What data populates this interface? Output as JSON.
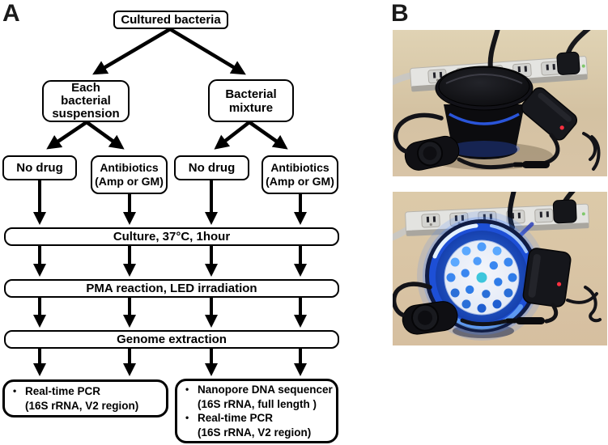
{
  "figure": {
    "panel_a_label": "A",
    "panel_b_label": "B"
  },
  "flowchart": {
    "top_node": {
      "label": "Cultured bacteria"
    },
    "branch_left": {
      "lines": [
        "Each",
        "bacterial",
        "suspension"
      ]
    },
    "branch_right": {
      "lines": [
        "Bacterial",
        "mixture"
      ]
    },
    "left_no_drug": {
      "label": "No drug"
    },
    "left_antibiotics": {
      "lines": [
        "Antibiotics",
        "(Amp or GM)"
      ]
    },
    "right_no_drug": {
      "label": "No drug"
    },
    "right_antibiotics": {
      "lines": [
        "Antibiotics",
        "(Amp or GM)"
      ]
    },
    "step_culture": {
      "label": "Culture, 37°C, 1hour"
    },
    "step_pma": {
      "label": "PMA reaction, LED irradiation"
    },
    "step_genome": {
      "label": "Genome extraction"
    },
    "result_left": {
      "items": [
        {
          "bullet": "•",
          "title": "Real-time PCR",
          "subtitle": "(16S rRNA, V2 region)"
        }
      ]
    },
    "result_right": {
      "items": [
        {
          "bullet": "•",
          "title": "Nanopore DNA sequencer",
          "subtitle": "(16S rRNA, full length )"
        },
        {
          "bullet": "•",
          "title": "Real-time PCR",
          "subtitle": "(16S rRNA, V2 region)"
        }
      ]
    }
  },
  "photos": {
    "device_off": {
      "alt": "LED device with black lid closed on desk with power strip"
    },
    "device_on": {
      "alt": "LED device open, blue light, white perforated plate"
    }
  },
  "colors": {
    "line": "#000000",
    "led_blue": "#2e6ff0",
    "led_cyan": "#3ec6dc",
    "adapter_led_red": "#ff3040",
    "desk": "#d5c3a4",
    "power_strip": "#e3e3e0"
  }
}
